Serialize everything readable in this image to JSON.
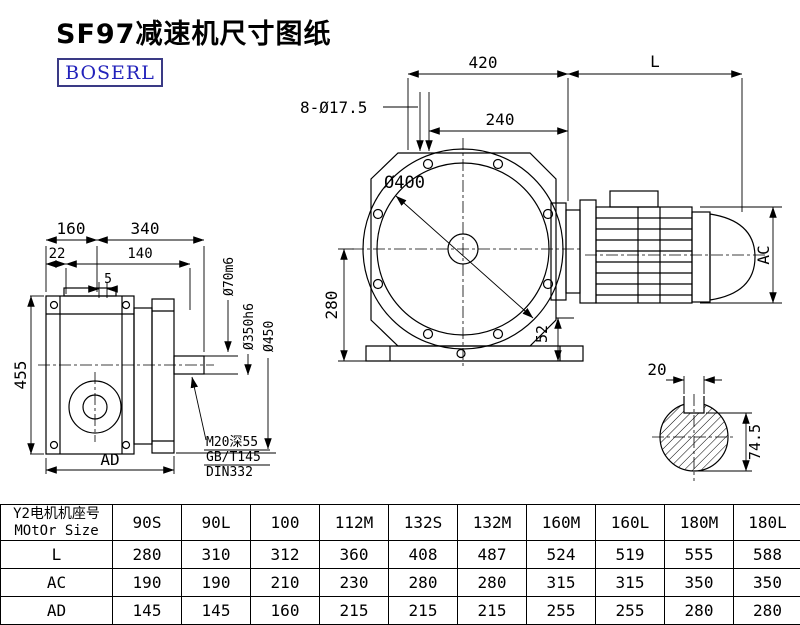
{
  "page": {
    "title": "SF97减速机尺寸图纸",
    "logo": "BOSERL"
  },
  "drawing": {
    "front_view": {
      "dim_420": "420",
      "dim_L": "L",
      "holes_callout": "8-Ø17.5",
      "dim_240": "240",
      "dia_400": "Ø400",
      "dim_280": "280",
      "dim_52": "52",
      "dim_AC": "AC"
    },
    "side_view": {
      "dim_160": "160",
      "dim_340": "340",
      "dim_22": "22",
      "dim_140": "140",
      "dim_5": "5",
      "dim_455": "455",
      "dim_AD": "AD",
      "dia_70": "Ø70m6",
      "dia_350": "Ø350h6",
      "dia_450": "Ø450",
      "note_m20": "M20深55",
      "note_gb": "GB/T145",
      "note_din": "DIN332"
    },
    "shaft_section": {
      "dim_20": "20",
      "dim_745": "74.5"
    }
  },
  "table": {
    "header_cn": "Y2电机机座号",
    "header_en": "MOtOr Size",
    "sizes": [
      "90S",
      "90L",
      "100",
      "112M",
      "132S",
      "132M",
      "160M",
      "160L",
      "180M",
      "180L"
    ],
    "rows": [
      {
        "label": "L",
        "values": [
          "280",
          "310",
          "312",
          "360",
          "408",
          "487",
          "524",
          "519",
          "555",
          "588"
        ]
      },
      {
        "label": "AC",
        "values": [
          "190",
          "190",
          "210",
          "230",
          "280",
          "280",
          "315",
          "315",
          "350",
          "350"
        ]
      },
      {
        "label": "AD",
        "values": [
          "145",
          "145",
          "160",
          "215",
          "215",
          "215",
          "255",
          "255",
          "280",
          "280"
        ]
      }
    ]
  }
}
